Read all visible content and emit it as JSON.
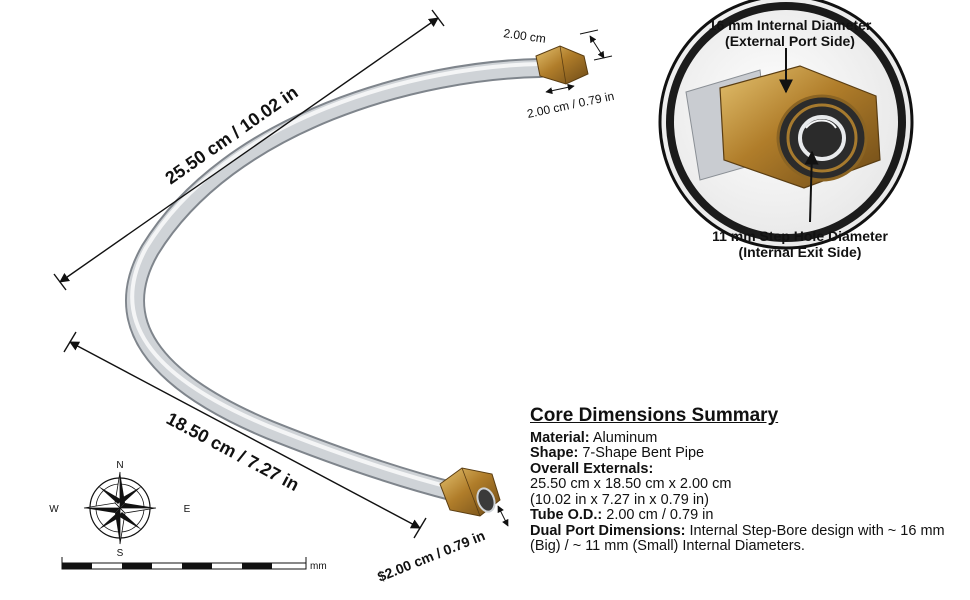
{
  "dimensions": {
    "overall_length": "25.50 cm / 10.02 in",
    "short_leg": "18.50 cm / 7.27 in",
    "top_port_height": "2.00 cm",
    "top_port_width": "2.00 cm / 0.79 in",
    "bottom_port": "$2.00 cm / 0.79 in"
  },
  "callouts": {
    "top_line1": "16 mm Internal Diameter",
    "top_line2": "(External Port Side)",
    "bottom_line1": "11 mm Step Hole Diameter",
    "bottom_line2": "(Internal Exit Side)"
  },
  "compass": {
    "n": "N",
    "s": "S",
    "e": "E",
    "w": "W"
  },
  "scale_bar": {
    "unit": "mm"
  },
  "summary": {
    "title": "Core Dimensions Summary",
    "material_label": "Material:",
    "material_value": " Aluminum",
    "shape_label": "Shape:",
    "shape_value": " 7-Shape Bent Pipe",
    "externals_label": "Overall Externals:",
    "externals_metric": "25.50 cm x 18.50 cm x 2.00 cm",
    "externals_imperial": "(10.02 in x 7.27 in x 0.79 in)",
    "tube_label": "Tube O.D.:",
    "tube_value": " 2.00 cm / 0.79 in",
    "dual_label": "Dual Port Dimensions:",
    "dual_value": " Internal Step-Bore design with ~ 16 mm (Big) / ~ 11 mm (Small) Internal Diameters."
  },
  "colors": {
    "tube": "#c9ccd1",
    "fitting": "#b8862f",
    "text": "#111111"
  }
}
